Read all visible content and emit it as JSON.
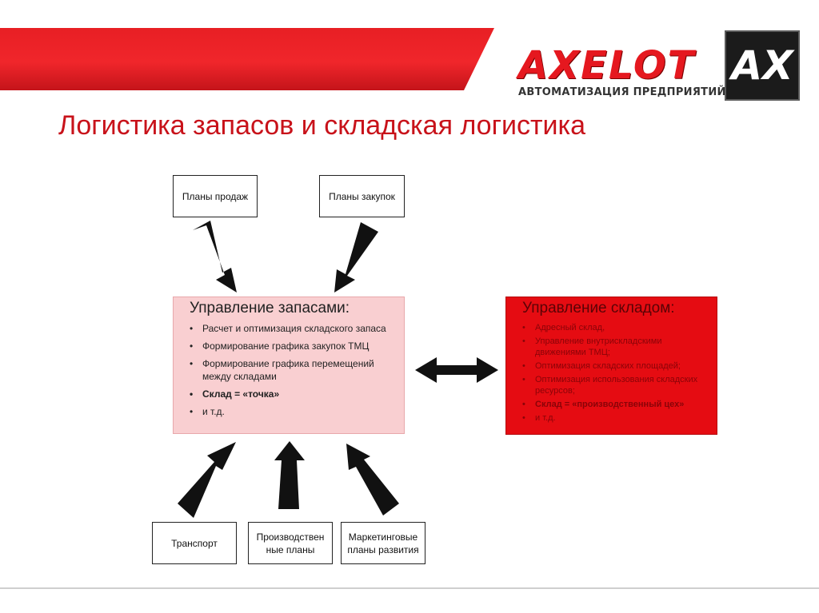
{
  "brand": {
    "name": "AXELOT",
    "tagline": "АВТОМАТИЗАЦИЯ ПРЕДПРИЯТИЙ",
    "badge": "AX",
    "accent": "#e5181f"
  },
  "title": "Логистика запасов и складская логистика",
  "inputs_top": [
    {
      "label": "Планы продаж"
    },
    {
      "label": "Планы закупок"
    }
  ],
  "inputs_bottom": [
    {
      "label": "Транспорт"
    },
    {
      "label_line1": "Производствен",
      "label_line2": "ные планы"
    },
    {
      "label_line1": "Маркетинговые",
      "label_line2": "планы развития"
    }
  ],
  "inventory_panel": {
    "title": "Управление запасами:",
    "items": [
      "Расчет и оптимизация складского запаса",
      "Формирование графика закупок ТМЦ",
      "Формирование графика перемещений между складами",
      "Склад = «точка»",
      "и т.д."
    ]
  },
  "warehouse_panel": {
    "title": "Управление складом:",
    "items": [
      "Адресный склад,",
      "Управление внутрискладскими движениями ТМЦ;",
      "Оптимизация складских площадей;",
      "Оптимизация использования складских ресурсов;",
      "Склад = «производственный цех»",
      "и т.д."
    ]
  }
}
